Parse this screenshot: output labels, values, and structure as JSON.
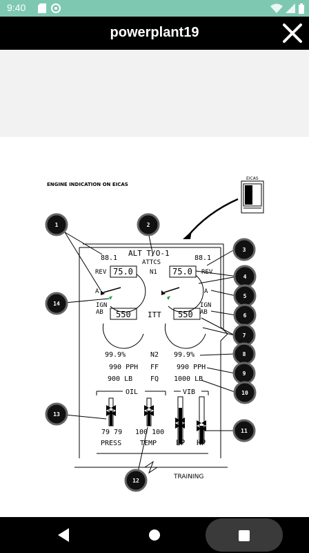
{
  "status_bar": {
    "time": "9:40"
  },
  "app_bar": {
    "title": "powerplant19"
  },
  "diagram": {
    "heading": "ENGINE INDICATION ON EICAS",
    "eicas_label": "EICAS",
    "alt_mode": "ALT T/O-1",
    "attcs": "ATTCS",
    "n1_left": "88.1",
    "n1_right": "88.1",
    "n1_label": "N1",
    "rev_left": "REV",
    "rev_right": "REV",
    "n1_box_left": "75.0",
    "n1_box_right": "75.0",
    "a_left": "A",
    "a_right": "A",
    "ign_left": "IGN",
    "ab_left": "AB",
    "ign_right": "IGN",
    "ab_right": "AB",
    "itt_left": "550",
    "itt_right": "550",
    "itt_label": "ITT",
    "n2_left": "99.9%",
    "n2_right": "99.9%",
    "n2_label": "N2",
    "ff_left": "990 PPH",
    "ff_right": "990 PPH",
    "ff_label": "FF",
    "fq_left": "900 LB",
    "fq_right": "1000 LB",
    "fq_label": "FQ",
    "oil_label": "OIL",
    "vib_label": "VIB",
    "press_value": "79 79",
    "press_label": "PRESS",
    "temp_value": "100  100",
    "temp_label": "TEMP",
    "lp_label": "LP",
    "hp_label": "HP",
    "training": "TRAINING",
    "callouts": [
      "1",
      "2",
      "3",
      "4",
      "5",
      "6",
      "7",
      "8",
      "9",
      "10",
      "11",
      "12",
      "13",
      "14"
    ]
  }
}
